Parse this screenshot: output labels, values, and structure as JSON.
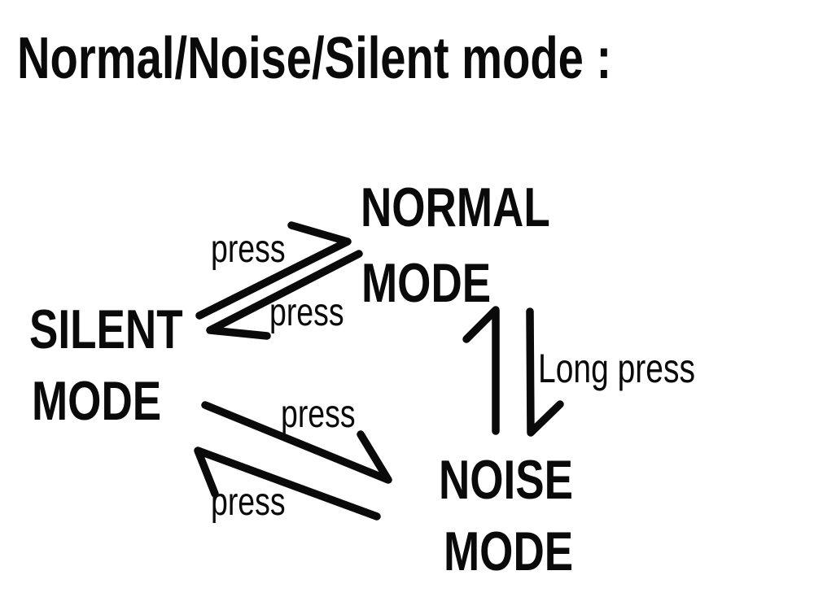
{
  "title": {
    "text": "Normal/Noise/Silent mode :"
  },
  "nodes": {
    "normal": {
      "line1": "NORMAL",
      "line2": "MODE"
    },
    "silent": {
      "line1": "SILENT",
      "line2": "MODE"
    },
    "noise": {
      "line1": "NOISE",
      "line2": "MODE"
    }
  },
  "edges": [
    {
      "from": "silent",
      "to": "normal",
      "gesture": "press",
      "label": "press"
    },
    {
      "from": "normal",
      "to": "silent",
      "gesture": "press",
      "label": "press"
    },
    {
      "from": "noise",
      "to": "normal",
      "gesture": "long-press",
      "label": "Long press"
    },
    {
      "from": "normal",
      "to": "noise",
      "gesture": "long-press",
      "label": "Long press"
    },
    {
      "from": "silent",
      "to": "noise",
      "gesture": "press",
      "label": "press"
    },
    {
      "from": "noise",
      "to": "silent",
      "gesture": "press",
      "label": "press"
    }
  ],
  "colors": {
    "ink": "#0a0a0a",
    "background": "#ffffff"
  }
}
